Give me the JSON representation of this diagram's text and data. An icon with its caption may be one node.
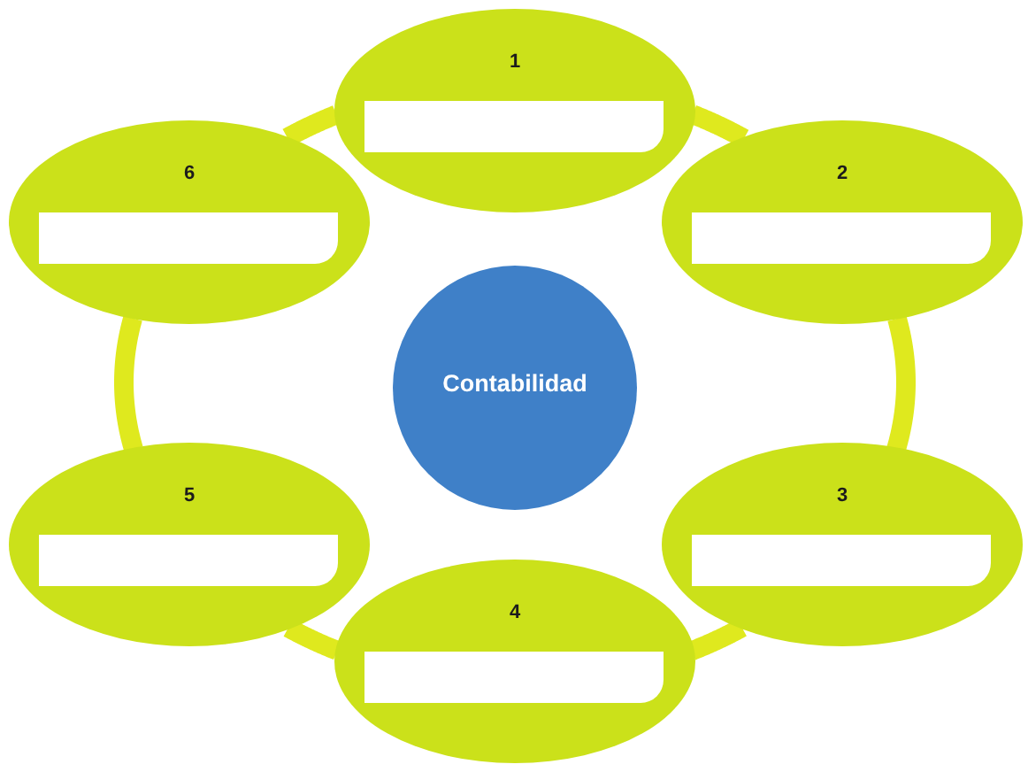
{
  "diagram": {
    "nodes": [
      {
        "text": [
          "Contabilidad"
        ]
      },
      {
        "text": [
          "1"
        ]
      },
      {
        "text": [
          "2"
        ]
      },
      {
        "text": [
          "3"
        ]
      },
      {
        "text": [
          "4"
        ]
      },
      {
        "text": [
          "5"
        ]
      },
      {
        "text": [
          "6"
        ]
      }
    ],
    "edges": [
      {
        "from": 1,
        "to": 2,
        "arrow": "none"
      },
      {
        "from": 2,
        "to": 3,
        "arrow": "none"
      },
      {
        "from": 3,
        "to": 4,
        "arrow": "none"
      },
      {
        "from": 4,
        "to": 5,
        "arrow": "none"
      },
      {
        "from": 5,
        "to": 6,
        "arrow": "none"
      },
      {
        "from": 6,
        "to": 1,
        "arrow": "none"
      }
    ]
  }
}
